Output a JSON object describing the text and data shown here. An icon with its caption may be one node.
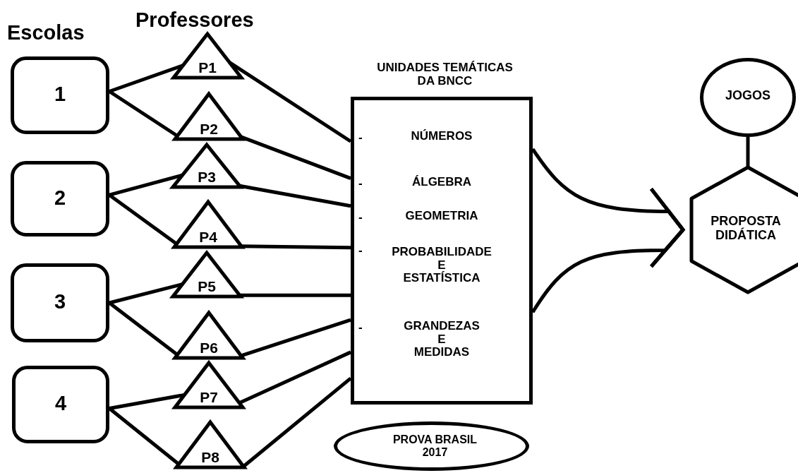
{
  "diagram": {
    "nodes": [
      {
        "text": [
          "1"
        ]
      },
      {
        "text": [
          "2"
        ]
      },
      {
        "text": [
          "3"
        ]
      },
      {
        "text": [
          "4"
        ]
      },
      {
        "text": [
          "P1"
        ]
      },
      {
        "text": [
          "P2"
        ]
      },
      {
        "text": [
          "P3"
        ]
      },
      {
        "text": [
          "P4"
        ]
      },
      {
        "text": [
          "P5"
        ]
      },
      {
        "text": [
          "P6"
        ]
      },
      {
        "text": [
          "P7"
        ]
      },
      {
        "text": [
          "P8"
        ]
      },
      {
        "text": [
          "UNIDADES TEMÁTICAS DA BNCC",
          "-",
          "NÚMEROS",
          "-",
          "ÁLGEBRA",
          "-",
          "GEOMETRIA",
          "-",
          "PROBABILIDADE E ESTATÍSTICA",
          "-",
          "GRANDEZAS E MEDIDAS"
        ]
      },
      {
        "text": [
          "JOGOS"
        ]
      },
      {
        "text": [
          "PROPOSTA DIDÁTICA"
        ]
      },
      {
        "text": [
          "PROVA BRASIL 2017"
        ]
      }
    ],
    "edges": [
      {
        "from": 0,
        "to": 4,
        "arrow": "none"
      },
      {
        "from": 0,
        "to": 5,
        "arrow": "none"
      },
      {
        "from": 1,
        "to": 6,
        "arrow": "none"
      },
      {
        "from": 1,
        "to": 7,
        "arrow": "none"
      },
      {
        "from": 2,
        "to": 8,
        "arrow": "none"
      },
      {
        "from": 2,
        "to": 9,
        "arrow": "none"
      },
      {
        "from": 3,
        "to": 10,
        "arrow": "none"
      },
      {
        "from": 3,
        "to": 11,
        "arrow": "none"
      },
      {
        "from": 4,
        "to": 12,
        "arrow": "none"
      },
      {
        "from": 5,
        "to": 12,
        "arrow": "none"
      },
      {
        "from": 6,
        "to": 12,
        "arrow": "none"
      },
      {
        "from": 7,
        "to": 12,
        "arrow": "none"
      },
      {
        "from": 8,
        "to": 12,
        "arrow": "none"
      },
      {
        "from": 9,
        "to": 12,
        "arrow": "none"
      },
      {
        "from": 10,
        "to": 12,
        "arrow": "none"
      },
      {
        "from": 11,
        "to": 12,
        "arrow": "none"
      },
      {
        "from": 12,
        "to": 14,
        "arrow": "to"
      },
      {
        "from": 12,
        "to": 14,
        "arrow": "to"
      },
      {
        "from": 13,
        "to": 14,
        "arrow": "none"
      }
    ],
    "labels": [
      "Escolas",
      "Professores"
    ]
  }
}
